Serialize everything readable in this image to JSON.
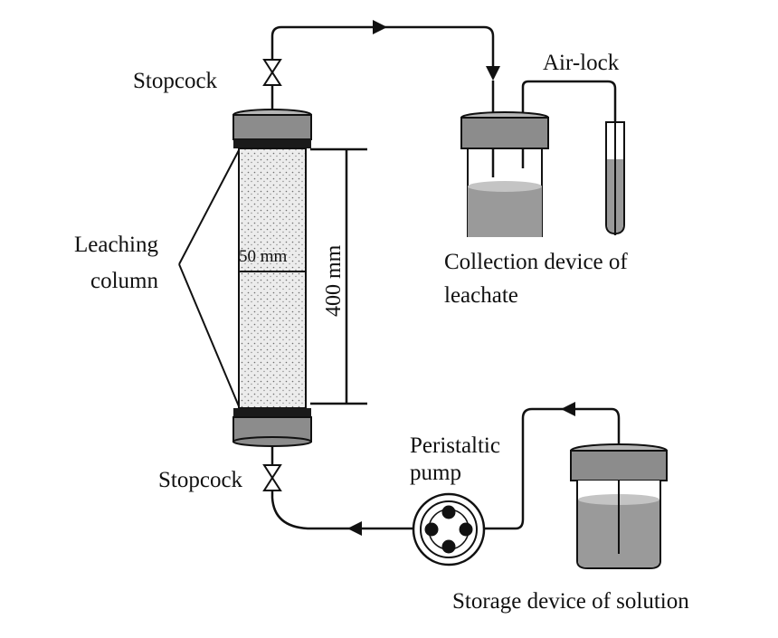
{
  "labels": {
    "stopcock_top": "Stopcock",
    "stopcock_bottom": "Stopcock",
    "air_lock": "Air-lock",
    "leaching_column_line1": "Leaching",
    "leaching_column_line2": "column",
    "diameter": "50 mm",
    "height": "400 mm",
    "collection_line1": "Collection device of",
    "collection_line2": "leachate",
    "pump_line1": "Peristaltic",
    "pump_line2": "pump",
    "storage": "Storage device of solution"
  },
  "colors": {
    "cap": "#8c8c8c",
    "cap_band": "#1a1a1a",
    "column_fill": "#e9e9e9",
    "liquid": "#9a9a9a",
    "line": "#111111"
  }
}
